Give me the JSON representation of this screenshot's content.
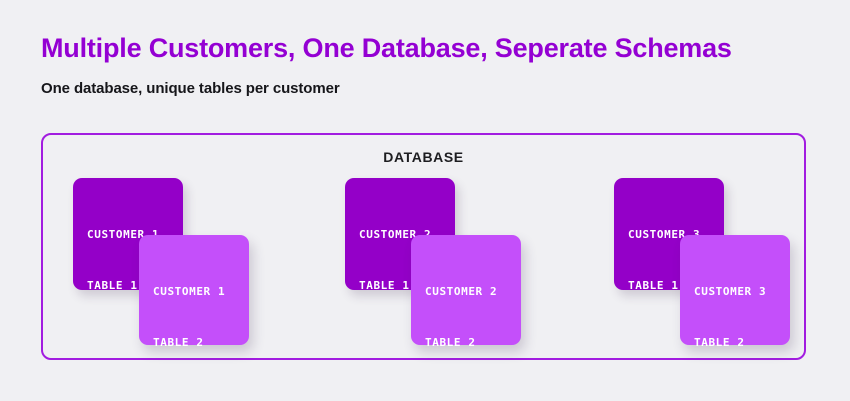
{
  "header": {
    "title": "Multiple Customers, One Database, Seperate Schemas",
    "subtitle": "One database, unique tables per customer",
    "title_color": "#9400d3",
    "subtitle_color": "#16161a"
  },
  "diagram": {
    "container_label": "DATABASE",
    "border_color": "#a21ce0",
    "background_color": "#f0f0f3",
    "card_back_color": "#9400c8",
    "card_front_color": "#c44ffa",
    "groups": [
      {
        "name": "customer-1",
        "back_card": {
          "line1": "CUSTOMER 1",
          "line2": "TABLE 1"
        },
        "front_card": {
          "line1": "CUSTOMER 1",
          "line2": "TABLE 2"
        }
      },
      {
        "name": "customer-2",
        "back_card": {
          "line1": "CUSTOMER 2",
          "line2": "TABLE 1"
        },
        "front_card": {
          "line1": "CUSTOMER 2",
          "line2": "TABLE 2"
        }
      },
      {
        "name": "customer-3",
        "back_card": {
          "line1": "CUSTOMER 3",
          "line2": "TABLE 1"
        },
        "front_card": {
          "line1": "CUSTOMER 3",
          "line2": "TABLE 2"
        }
      }
    ]
  }
}
